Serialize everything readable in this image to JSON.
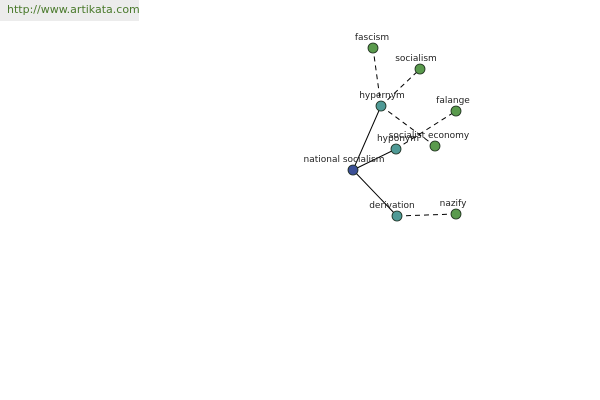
{
  "watermark": {
    "text": "http://www.artikata.com"
  },
  "colors": {
    "root": "#3b4f96",
    "relation": "#4f9a96",
    "leaf": "#5a9a4d",
    "watermark_text": "#4a7a2c",
    "watermark_bg": "#ececec"
  },
  "graph": {
    "nodes": [
      {
        "id": "root",
        "label": "national socialism",
        "kind": "root"
      },
      {
        "id": "hypernym",
        "label": "hypernym",
        "kind": "relation"
      },
      {
        "id": "hyponym",
        "label": "hyponym",
        "kind": "relation"
      },
      {
        "id": "derivation",
        "label": "derivation",
        "kind": "relation"
      },
      {
        "id": "fascism",
        "label": "fascism",
        "kind": "leaf"
      },
      {
        "id": "socialism",
        "label": "socialism",
        "kind": "leaf"
      },
      {
        "id": "socialist-economy",
        "label": "socialist economy",
        "kind": "leaf"
      },
      {
        "id": "falange",
        "label": "falange",
        "kind": "leaf"
      },
      {
        "id": "nazify",
        "label": "nazify",
        "kind": "leaf"
      }
    ],
    "edges": [
      {
        "from": "root",
        "to": "hypernym",
        "style": "solid"
      },
      {
        "from": "root",
        "to": "hyponym",
        "style": "solid"
      },
      {
        "from": "root",
        "to": "derivation",
        "style": "solid"
      },
      {
        "from": "hypernym",
        "to": "fascism",
        "style": "dashed"
      },
      {
        "from": "hypernym",
        "to": "socialism",
        "style": "dashed"
      },
      {
        "from": "hypernym",
        "to": "socialist-economy",
        "style": "dashed"
      },
      {
        "from": "hyponym",
        "to": "falange",
        "style": "dashed"
      },
      {
        "from": "derivation",
        "to": "nazify",
        "style": "dashed"
      }
    ]
  }
}
